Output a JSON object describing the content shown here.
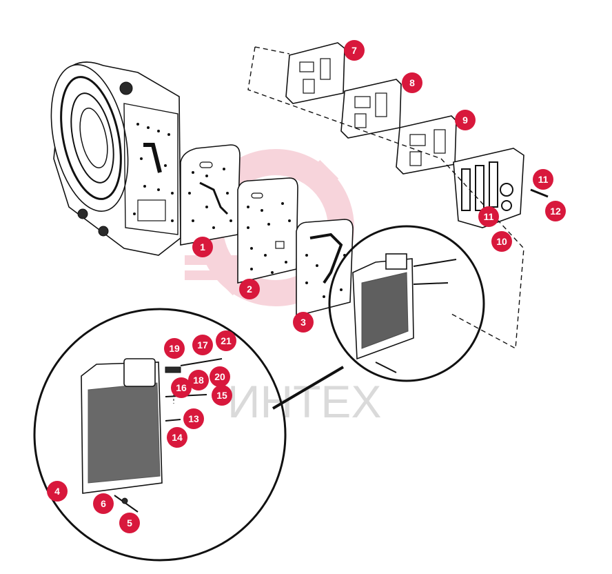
{
  "watermark": {
    "text": "ИНТЕХ",
    "color": "#d8183c"
  },
  "callout_color": "#d8183c",
  "callouts": [
    {
      "id": "c1",
      "label": "1"
    },
    {
      "id": "c2",
      "label": "2"
    },
    {
      "id": "c3",
      "label": "3"
    },
    {
      "id": "c4",
      "label": "4"
    },
    {
      "id": "c5",
      "label": "5"
    },
    {
      "id": "c6",
      "label": "6"
    },
    {
      "id": "c7",
      "label": "7"
    },
    {
      "id": "c8",
      "label": "8"
    },
    {
      "id": "c9",
      "label": "9"
    },
    {
      "id": "c10",
      "label": "10"
    },
    {
      "id": "c11a",
      "label": "11"
    },
    {
      "id": "c11b",
      "label": "11"
    },
    {
      "id": "c12",
      "label": "12"
    },
    {
      "id": "c13",
      "label": "13"
    },
    {
      "id": "c14",
      "label": "14"
    },
    {
      "id": "c15",
      "label": "15"
    },
    {
      "id": "c16",
      "label": "16"
    },
    {
      "id": "c17",
      "label": "17"
    },
    {
      "id": "c18",
      "label": "18"
    },
    {
      "id": "c19",
      "label": "19"
    },
    {
      "id": "c20",
      "label": "20"
    },
    {
      "id": "c21",
      "label": "21"
    }
  ]
}
